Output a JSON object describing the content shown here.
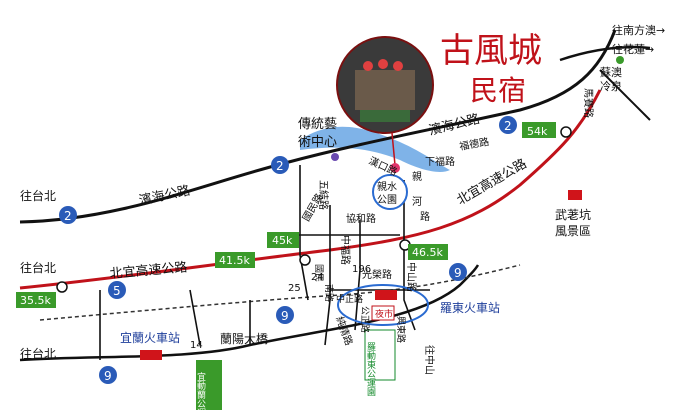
{
  "title": {
    "brand": "古風城",
    "subtitle": "民宿"
  },
  "highways": {
    "coastal": "濱海公路",
    "freeway": "北宜高速公路",
    "route2": "2",
    "route5": "5",
    "route9": "9"
  },
  "destinations": {
    "to_nanfangao": "往南方澳→",
    "to_hualien": "往花蓮→",
    "to_taipei_1": "往台北",
    "to_taipei_2": "往台北",
    "to_taipei_3": "往台北",
    "to_zhongshan": "往中山"
  },
  "places": {
    "suao_spring_1": "蘇澳",
    "suao_spring_2": "冷泉",
    "arts_center_1": "傳統藝",
    "arts_center_2": "術中心",
    "wulaokeng_1": "武荖坑",
    "wulaokeng_2": "風景區",
    "qinshui_1": "親水",
    "qinshui_2": "公園",
    "yilan_station": "宜蘭火車站",
    "luodong_station": "羅東火車站",
    "lanyang_bridge": "蘭陽大橋",
    "yilan_park": "宜動蘭公運園",
    "luodong_park": "羅動東公運園",
    "night_market": "夜市"
  },
  "roads": {
    "mazhang": "馬賽路",
    "xiafu": "下福路",
    "fude": "福德路",
    "qin": "親",
    "he": "河",
    "lu": "路",
    "wujie": "五結路",
    "xiehe": "協和路",
    "guomin": "國民路",
    "zhongfu": "中福路",
    "zhongshan": "中山路",
    "guangrong": "光榮路",
    "zhengzheng": "中正路",
    "chunjing": "純精路",
    "gongzheng": "公正路",
    "xingdong": "興東路",
    "guomin2": "國民",
    "nanlu": "南路",
    "jiang": "漢口路"
  },
  "markers": {
    "k54": "54k",
    "k45": "45k",
    "k415": "41.5k",
    "k465": "46.5k",
    "k355": "35.5k",
    "r196": "196",
    "r24": "24",
    "r25": "25",
    "r14": "14"
  },
  "colors": {
    "road": "#111111",
    "freeway": "#c0121a",
    "route_shield": "#2a5bb8",
    "green_tag": "#3a9a2a",
    "water": "#7fb3e8"
  }
}
